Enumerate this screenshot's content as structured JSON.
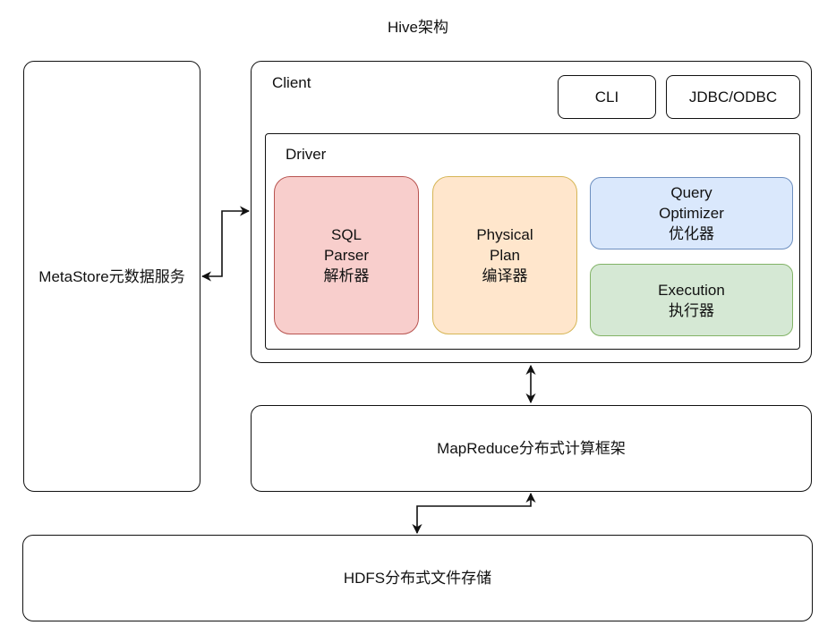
{
  "title": "Hive架构",
  "metastore": {
    "label": "MetaStore元数据服务"
  },
  "client": {
    "label": "Client",
    "interfaces": [
      "CLI",
      "JDBC/ODBC"
    ],
    "driver": {
      "label": "Driver",
      "components": {
        "parser": {
          "lines": [
            "SQL",
            "Parser",
            "解析器"
          ],
          "fill": "#f8cecc",
          "stroke": "#b85450"
        },
        "physical_plan": {
          "lines": [
            "Physical",
            "Plan",
            "编译器"
          ],
          "fill": "#ffe6cc",
          "stroke": "#d6b656"
        },
        "optimizer": {
          "lines": [
            "Query",
            "Optimizer",
            "优化器"
          ],
          "fill": "#dae8fc",
          "stroke": "#6c8ebf"
        },
        "execution": {
          "lines": [
            "Execution",
            "执行器"
          ],
          "fill": "#d5e8d4",
          "stroke": "#82b366"
        }
      }
    }
  },
  "mapreduce": {
    "label": "MapReduce分布式计算框架"
  },
  "hdfs": {
    "label": "HDFS分布式文件存储"
  }
}
